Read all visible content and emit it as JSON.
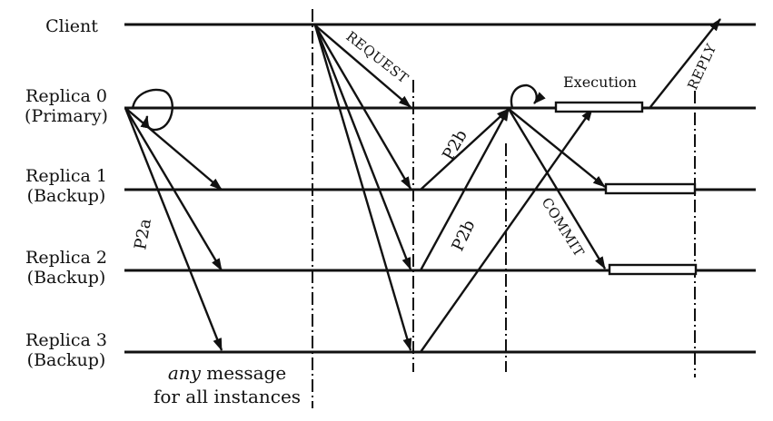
{
  "lanes": [
    {
      "line1": "Client",
      "line2": ""
    },
    {
      "line1": "Replica 0",
      "line2": "(Primary)"
    },
    {
      "line1": "Replica 1",
      "line2": "(Backup)"
    },
    {
      "line1": "Replica 2",
      "line2": "(Backup)"
    },
    {
      "line1": "Replica 3",
      "line2": "(Backup)"
    }
  ],
  "messages": {
    "request": "REQUEST",
    "p2a": "P2a",
    "p2b_upper": "P2b",
    "p2b_lower": "P2b",
    "commit": "COMMIT",
    "reply": "REPLY",
    "execution": "Execution"
  },
  "note": {
    "italic": "any",
    "line1_rest": " message",
    "line2": "for all instances"
  }
}
